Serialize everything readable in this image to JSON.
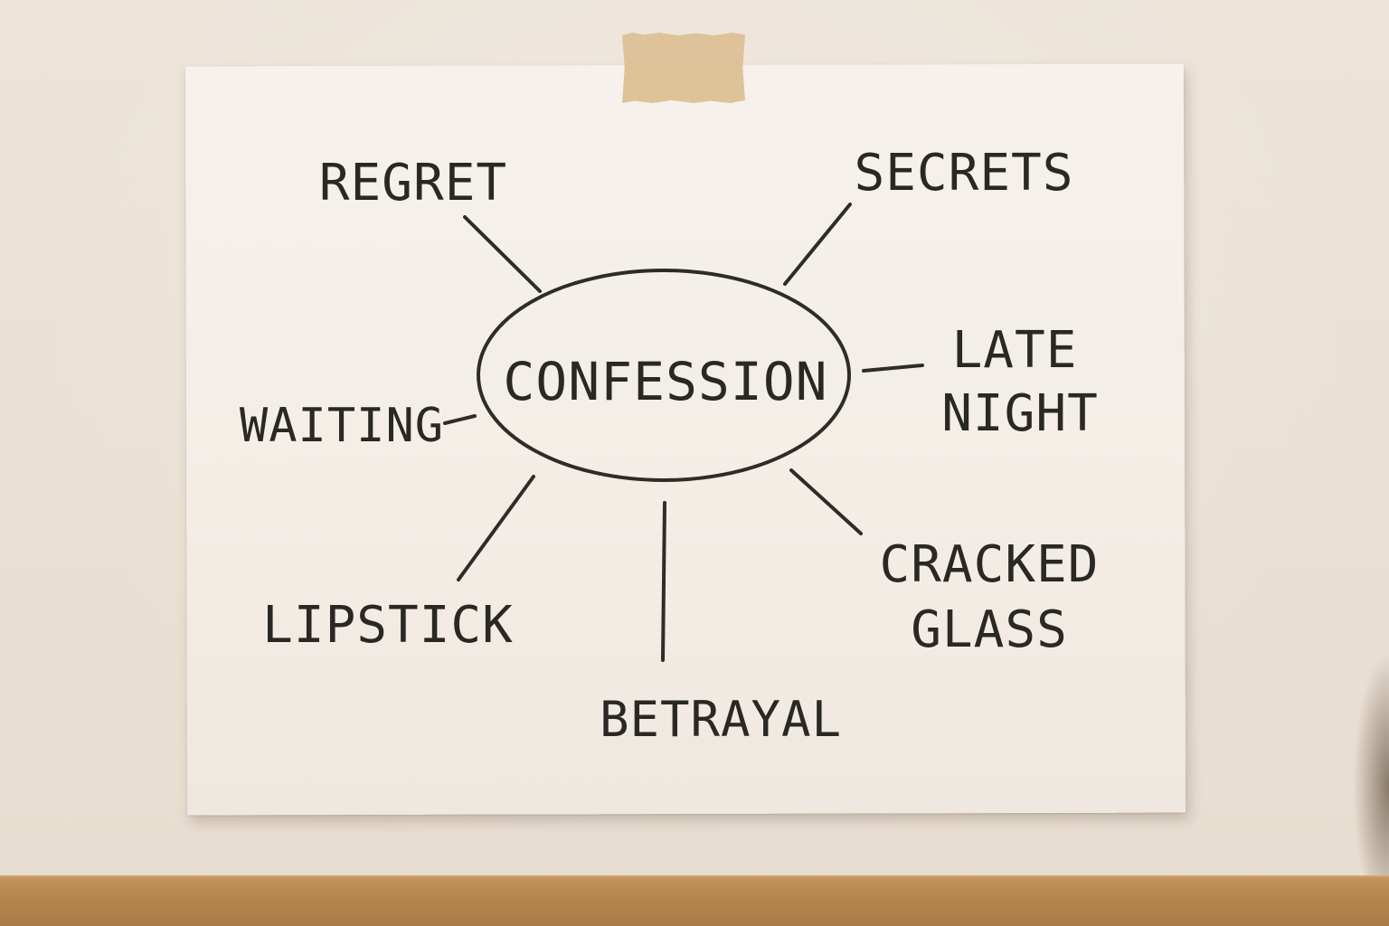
{
  "center": {
    "label": "CONFESSION"
  },
  "branches": {
    "regret": "REGRET",
    "secrets": "SECRETS",
    "late_night_1": "LATE",
    "late_night_2": "NIGHT",
    "waiting": "WAITING",
    "cracked_glass_1": "CRACKED",
    "cracked_glass_2": "GLASS",
    "lipstick": "LIPSTICK",
    "betrayal": "BETRAYAL"
  },
  "colors": {
    "ink": "#2a2824",
    "paper": "#f4eee7",
    "tape": "#dcc095",
    "shelf": "#b7864f"
  }
}
